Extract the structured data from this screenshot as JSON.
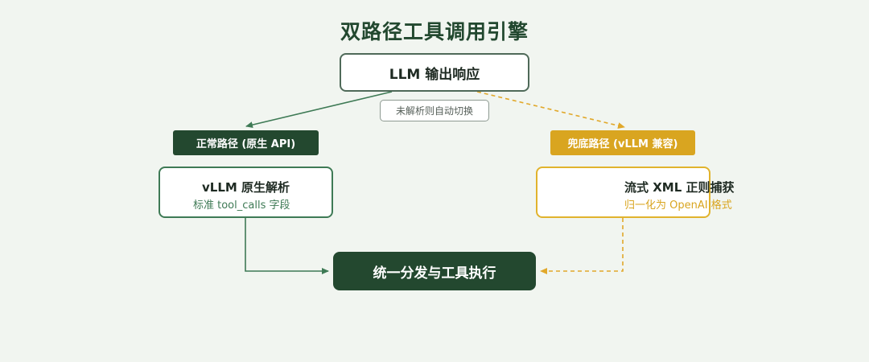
{
  "title": "双路径工具调用引擎",
  "nodes": {
    "llm_output": "LLM 输出响应",
    "auto_switch_note": "未解析则自动切换",
    "normal_path_label": "正常路径 (原生 API)",
    "fallback_path_label": "兜底路径 (vLLM 兼容)",
    "native_parse": {
      "title": "vLLM 原生解析",
      "subtitle": "标准 tool_calls 字段"
    },
    "regex_capture": {
      "title": "流式 XML 正则捕获",
      "subtitle": "归一化为 OpenAI 格式"
    },
    "dispatch": "统一分发与工具执行"
  },
  "colors": {
    "dark_green": "#23482f",
    "accent_green": "#3e7a55",
    "gold": "#d9a520",
    "background": "#f1f5f0"
  }
}
